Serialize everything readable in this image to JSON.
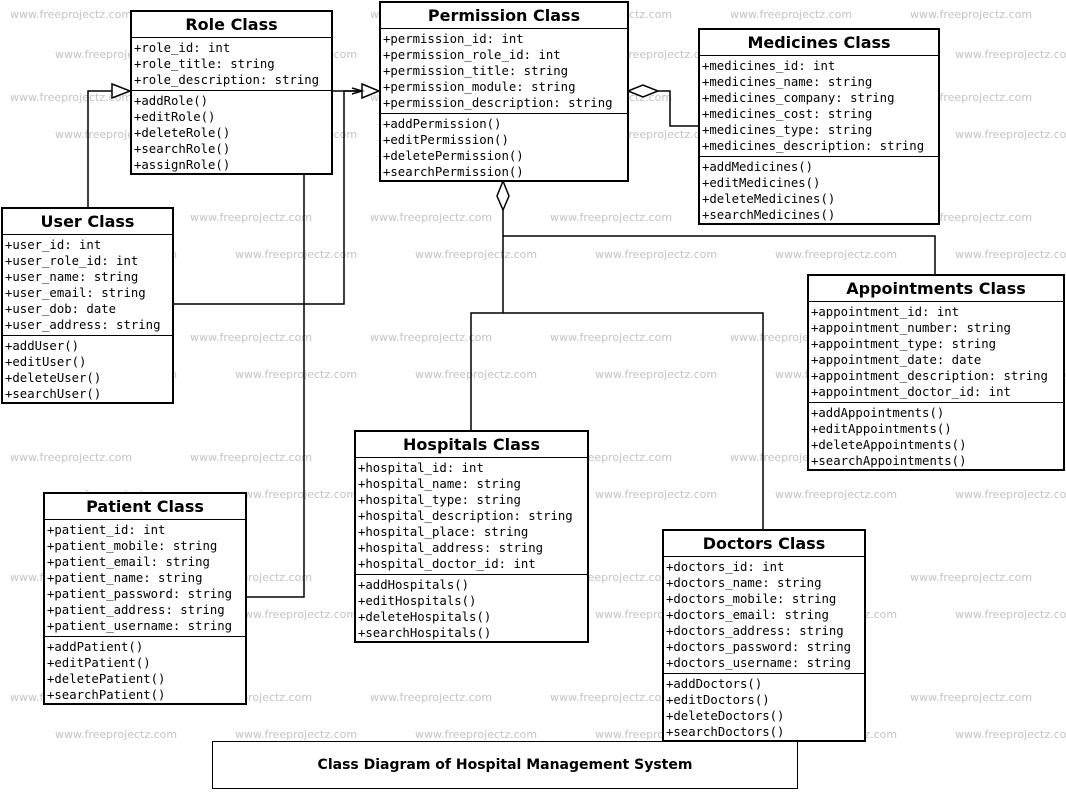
{
  "watermark": "www.freeprojectz.com",
  "caption": "Class Diagram of Hospital Management System",
  "classes": {
    "role": {
      "name": "Role Class",
      "attributes": [
        "+role_id: int",
        "+role_title: string",
        "+role_description: string"
      ],
      "operations": [
        "+addRole()",
        "+editRole()",
        "+deleteRole()",
        "+searchRole()",
        "+assignRole()"
      ]
    },
    "permission": {
      "name": "Permission Class",
      "attributes": [
        "+permission_id: int",
        "+permission_role_id: int",
        "+permission_title: string",
        "+permission_module: string",
        "+permission_description: string"
      ],
      "operations": [
        "+addPermission()",
        "+editPermission()",
        "+deletePermission()",
        "+searchPermission()"
      ]
    },
    "medicines": {
      "name": "Medicines Class",
      "attributes": [
        "+medicines_id: int",
        "+medicines_name: string",
        "+medicines_company: string",
        "+medicines_cost: string",
        "+medicines_type: string",
        "+medicines_description: string"
      ],
      "operations": [
        "+addMedicines()",
        "+editMedicines()",
        "+deleteMedicines()",
        "+searchMedicines()"
      ]
    },
    "user": {
      "name": "User Class",
      "attributes": [
        "+user_id: int",
        "+user_role_id: int",
        "+user_name: string",
        "+user_email: string",
        "+user_dob: date",
        "+user_address: string"
      ],
      "operations": [
        "+addUser()",
        "+editUser()",
        "+deleteUser()",
        "+searchUser()"
      ]
    },
    "appointments": {
      "name": "Appointments Class",
      "attributes": [
        "+appointment_id: int",
        "+appointment_number: string",
        "+appointment_type: string",
        "+appointment_date: date",
        "+appointment_description: string",
        "+appointment_doctor_id: int"
      ],
      "operations": [
        "+addAppointments()",
        "+editAppointments()",
        "+deleteAppointments()",
        "+searchAppointments()"
      ]
    },
    "hospitals": {
      "name": "Hospitals Class",
      "attributes": [
        "+hospital_id: int",
        "+hospital_name: string",
        "+hospital_type: string",
        "+hospital_description: string",
        "+hospital_place: string",
        "+hospital_address: string",
        "+hospital_doctor_id: int"
      ],
      "operations": [
        "+addHospitals()",
        "+editHospitals()",
        "+deleteHospitals()",
        "+searchHospitals()"
      ]
    },
    "patient": {
      "name": "Patient Class",
      "attributes": [
        "+patient_id: int",
        "+patient_mobile: string",
        "+patient_email: string",
        "+patient_name: string",
        "+patient_password: string",
        "+patient_address: string",
        "+patient_username: string"
      ],
      "operations": [
        "+addPatient()",
        "+editPatient()",
        "+deletePatient()",
        "+searchPatient()"
      ]
    },
    "doctors": {
      "name": "Doctors Class",
      "attributes": [
        "+doctors_id: int",
        "+doctors_name: string",
        "+doctors_mobile: string",
        "+doctors_email: string",
        "+doctors_address: string",
        "+doctors_password: string",
        "+doctors_username: string"
      ],
      "operations": [
        "+addDoctors()",
        "+editDoctors()",
        "+deleteDoctors()",
        "+searchDoctors()"
      ]
    }
  }
}
